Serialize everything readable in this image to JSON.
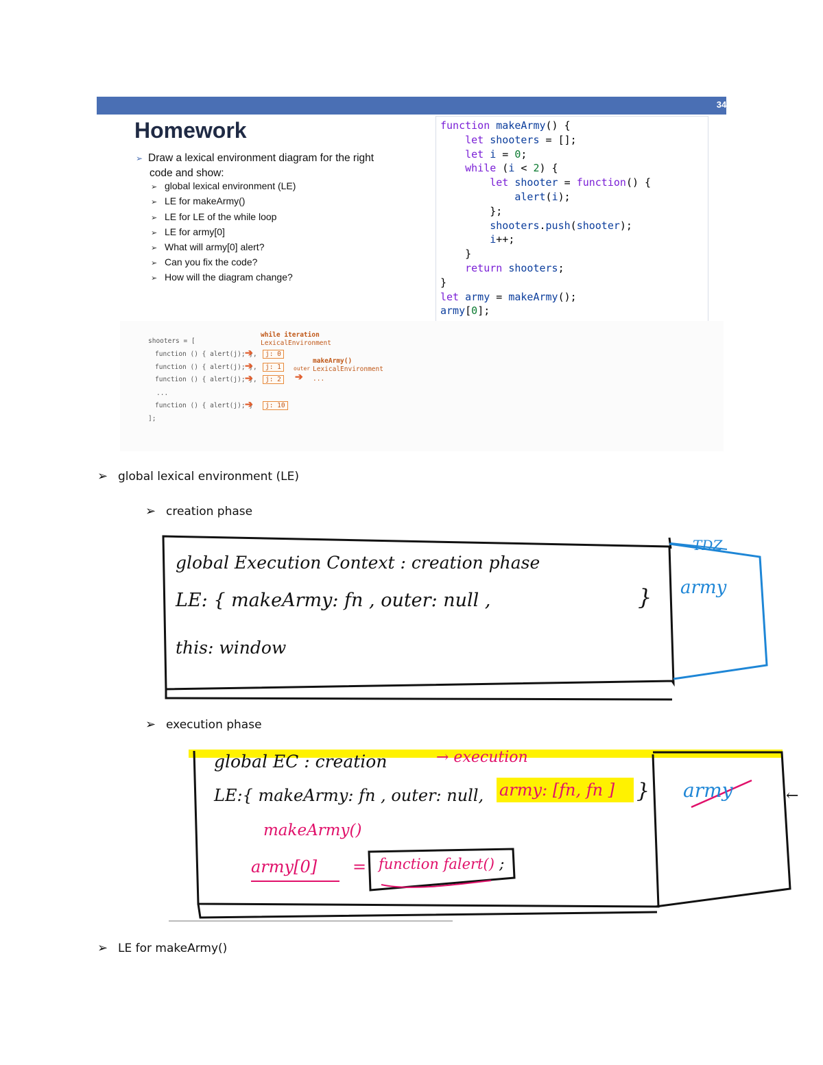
{
  "slide": {
    "number": "34",
    "title": "Homework",
    "intro_line1": "Draw a lexical environment diagram for the right",
    "intro_line2": "code and show:",
    "items": [
      "global lexical environment (LE)",
      "LE for makeArmy()",
      "LE for LE of the while loop",
      "LE for army[0]",
      "What will army[0] alert?",
      "Can you fix the code?",
      "How will the diagram change?"
    ],
    "code": [
      "function makeArmy() {",
      "    let shooters = [];",
      "    let i = 0;",
      "    while (i < 2) {",
      "        let shooter = function() {",
      "            alert(i);",
      "        };",
      "        shooters.push(shooter);",
      "        i++;",
      "    }",
      "    return shooters;",
      "}",
      "let army = makeArmy();",
      "army[0];"
    ],
    "diagram": {
      "shooters_line": "shooters = [",
      "rows": [
        {
          "fn": "function () { alert(j); },",
          "box": "j: 0"
        },
        {
          "fn": "function () { alert(j); },",
          "box": "j: 1"
        },
        {
          "fn": "function () { alert(j); },",
          "box": "j: 2"
        },
        {
          "fn": "...",
          "box": ""
        },
        {
          "fn": "function () { alert(j); }",
          "box": "j: 10"
        }
      ],
      "close": "];",
      "while_label1": "while iteration",
      "while_label2": "LexicalEnvironment",
      "make_label1": "makeArmy()",
      "outer": "outer",
      "make_label2": "LexicalEnvironment",
      "ellipsis": "..."
    }
  },
  "notes": {
    "global_heading": "global lexical environment (LE)",
    "creation_heading": "creation phase",
    "execution_heading": "execution phase",
    "makearmy_heading": "LE for makeArmy()"
  },
  "handwriting": {
    "creation": {
      "line1": "global Execution Context : creation phase",
      "line2": "LE: { makeArmy: fn , outer: null ,",
      "brace": "}",
      "line3": "this: window",
      "side_label": "army",
      "side_top": "TDZ"
    },
    "execution": {
      "line1a": "global EC : creation",
      "line1b": "→ execution",
      "line2a": "LE:{ makeArmy: fn ,  outer: null,",
      "line2b": "army: [fn, fn ]",
      "line2c": "}",
      "line3": "makeArmy()",
      "line4a": "army[0]",
      "line4b": "=",
      "line4c": "function falert()",
      "line4d": ";",
      "side_label": "army",
      "arrow": "←"
    }
  },
  "colors": {
    "slide_bar": "#4a6fb4",
    "highlight": "#fff200",
    "ink_red": "#e0106a",
    "ink_blue": "#1e86d6"
  }
}
